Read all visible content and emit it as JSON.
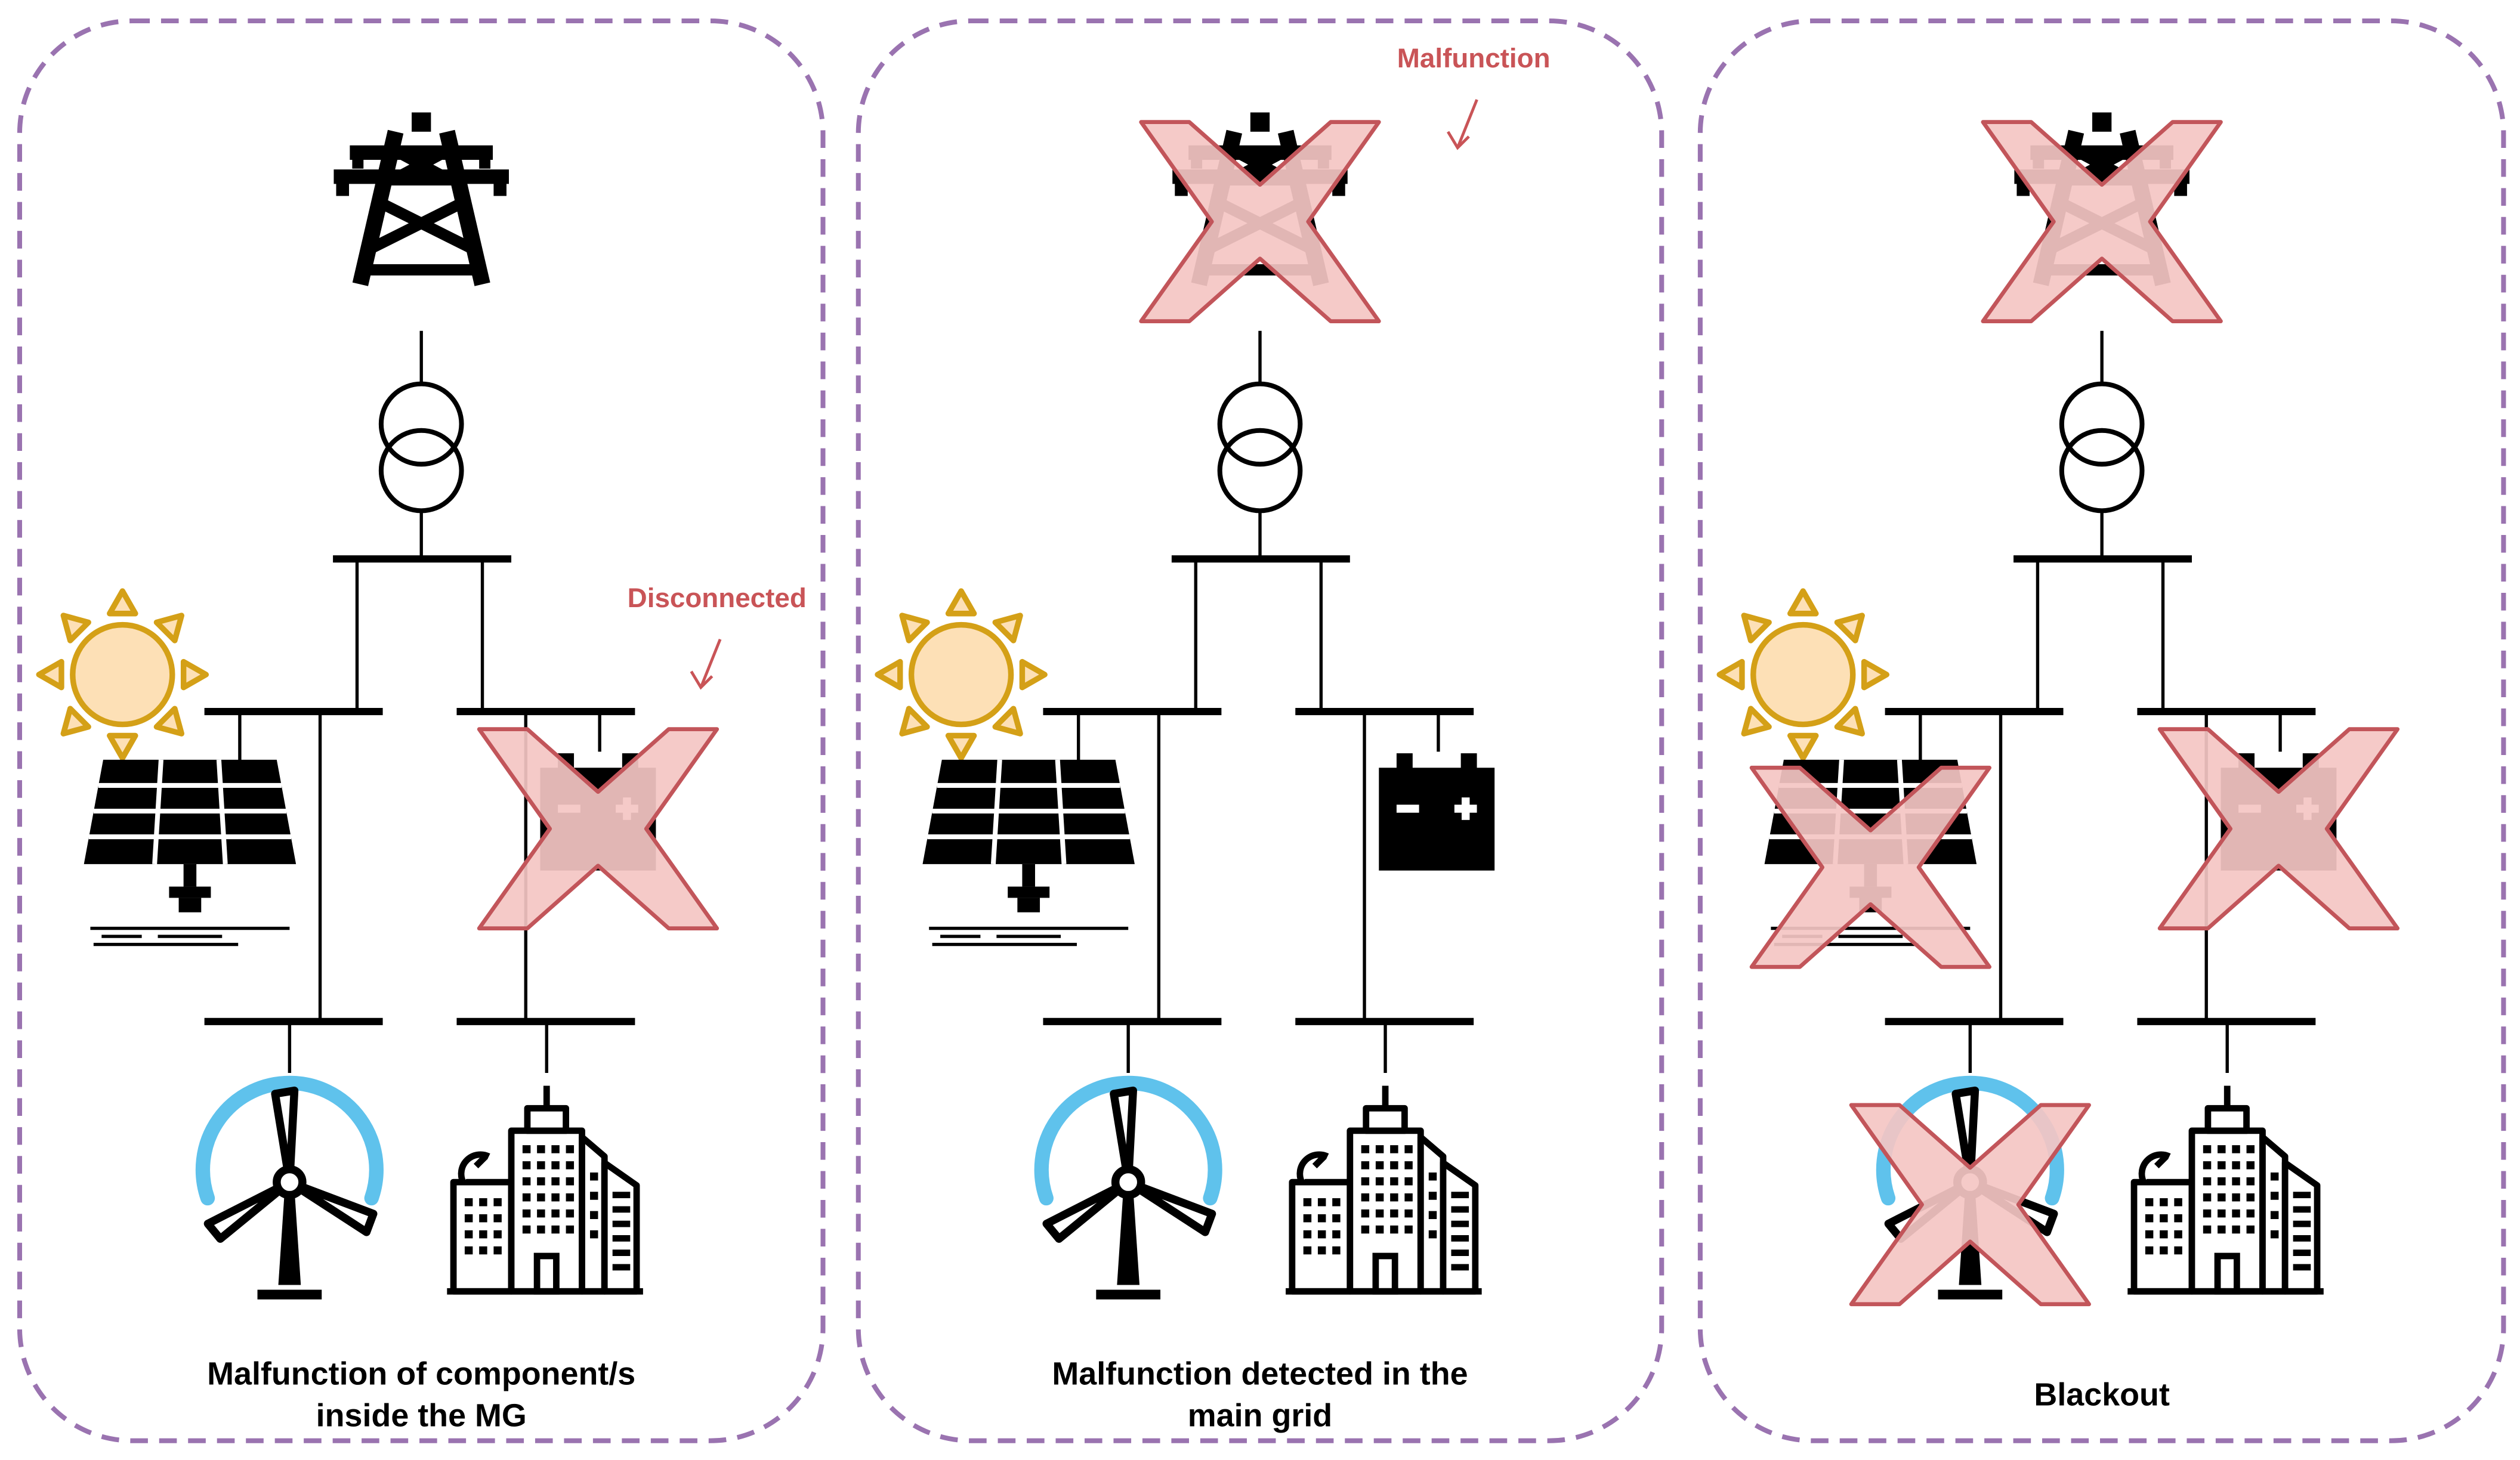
{
  "colors": {
    "frame": "#9a73b0",
    "line": "#000000",
    "x_fill": "#f4c6c3",
    "x_stroke": "#c2555a",
    "sun_fill": "#fde0b6",
    "sun_rays": "#d4a017",
    "wind_arc": "#5fc2ec",
    "note_text": "#c95457"
  },
  "panels": [
    {
      "caption_lines": [
        "Malfunction of component/s",
        "inside the MG"
      ],
      "note": "Disconnected",
      "crossed": [
        "battery"
      ]
    },
    {
      "caption_lines": [
        "Malfunction detected in the",
        "main grid"
      ],
      "note": "Malfunction",
      "crossed": [
        "tower"
      ]
    },
    {
      "caption_lines": [
        "Blackout"
      ],
      "note": "",
      "crossed": [
        "tower",
        "battery",
        "solar",
        "wind"
      ]
    }
  ],
  "icons": {
    "tower": "transmission-tower-icon",
    "transformer": "transformer-icon",
    "sun": "sun-icon",
    "solar": "solar-panel-icon",
    "battery": "battery-icon",
    "wind": "wind-turbine-icon",
    "building": "city-buildings-icon",
    "fault": "x-mark-icon"
  }
}
